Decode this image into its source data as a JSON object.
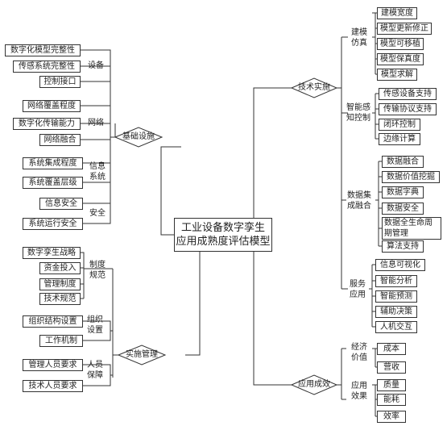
{
  "center": {
    "title": "工业设备数字孪生\n应用成熟度评估模型"
  },
  "branches": {
    "infrastructure": {
      "label": "基础设施",
      "groups": {
        "device": {
          "label": "设备",
          "items": [
            "数字化模型完整性",
            "传感系统完整性",
            "控制接口"
          ]
        },
        "network": {
          "label": "网络",
          "items": [
            "网络覆盖程度",
            "数字化传输能力",
            "网络融合"
          ]
        },
        "info_system": {
          "label": "信息\n系统",
          "items": [
            "系统集成程度",
            "系统覆盖层级"
          ]
        },
        "security": {
          "label": "安全",
          "items": [
            "信息安全",
            "系统运行安全"
          ]
        }
      }
    },
    "implementation": {
      "label": "实施管理",
      "groups": {
        "rules": {
          "label": "制度\n规范",
          "items": [
            "数字孪生战略",
            "资金投入",
            "管理制度",
            "技术规范"
          ]
        },
        "organization": {
          "label": "组织\n设置",
          "items": [
            "组织结构设置",
            "工作机制"
          ]
        },
        "personnel": {
          "label": "人员\n保障",
          "items": [
            "管理人员要求",
            "技术人员要求"
          ]
        }
      }
    },
    "technology": {
      "label": "技术实施",
      "groups": {
        "modeling": {
          "label": "建模\n仿真",
          "items": [
            "建模宽度",
            "模型更新修正",
            "模型可移植",
            "模型保真度",
            "模型求解"
          ]
        },
        "sensing": {
          "label": "智能感\n知控制",
          "items": [
            "传感设备支持",
            "传输协议支持",
            "闭环控制",
            "边缘计算"
          ]
        },
        "data": {
          "label": "数据集\n成融合",
          "items": [
            "数据融合",
            "数据价值挖掘",
            "数据字典",
            "数据安全",
            "数据全生命周期管理",
            "算法支持"
          ]
        },
        "service": {
          "label": "服务\n应用",
          "items": [
            "信息可视化",
            "智能分析",
            "智能预测",
            "辅助决策",
            "人机交互"
          ]
        }
      }
    },
    "effect": {
      "label": "应用成效",
      "groups": {
        "economic": {
          "label": "经济\n价值",
          "items": [
            "成本",
            "营收"
          ]
        },
        "application": {
          "label": "应用\n效果",
          "items": [
            "质量",
            "能耗",
            "效率"
          ]
        }
      }
    }
  }
}
